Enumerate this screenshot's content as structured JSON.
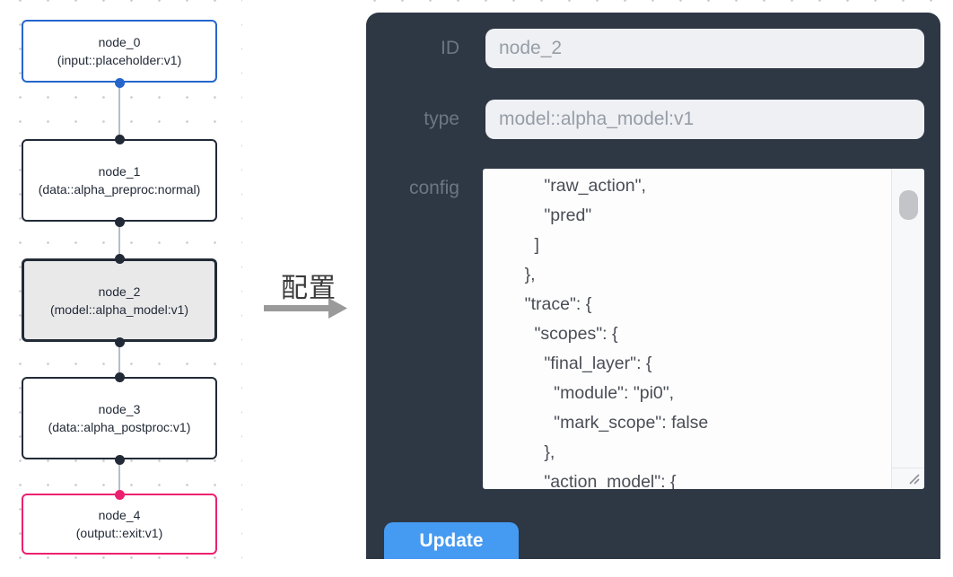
{
  "canvas": {
    "nodes": [
      {
        "label": "node_0",
        "type_label": "(input::placeholder:v1)",
        "variant": "input"
      },
      {
        "label": "node_1",
        "type_label": "(data::alpha_preproc:normal)",
        "variant": "default"
      },
      {
        "label": "node_2",
        "type_label": "(model::alpha_model:v1)",
        "variant": "selected"
      },
      {
        "label": "node_3",
        "type_label": "(data::alpha_postproc:v1)",
        "variant": "default"
      },
      {
        "label": "node_4",
        "type_label": "(output::exit:v1)",
        "variant": "output"
      }
    ],
    "colors": {
      "input_accent": "#2666cc",
      "default_accent": "#222a37",
      "output_accent": "#ec2070",
      "selected_node_bg": "#e9e9ea",
      "edge": "#b9bdc4"
    }
  },
  "annotation": {
    "label": "配置",
    "arrow_icon": "arrow-right-icon",
    "arrow_color": "#9a9a9a"
  },
  "panel": {
    "bg_color": "#2e3744",
    "fields": [
      {
        "label": "ID",
        "value": "node_2"
      },
      {
        "label": "type",
        "value": "model::alpha_model:v1"
      }
    ],
    "config_label": "config",
    "config_text": "        \"raw_action\",\n        \"pred\"\n      ]\n    },\n    \"trace\": {\n      \"scopes\": {\n        \"final_layer\": {\n          \"module\": \"pi0\",\n          \"mark_scope\": false\n        },\n        \"action_model\": {",
    "scrollbar_icon": "scrollbar-thumb",
    "resize_icon": "resize-handle-icon",
    "update_label": "Update",
    "button_color": "#459af2"
  }
}
